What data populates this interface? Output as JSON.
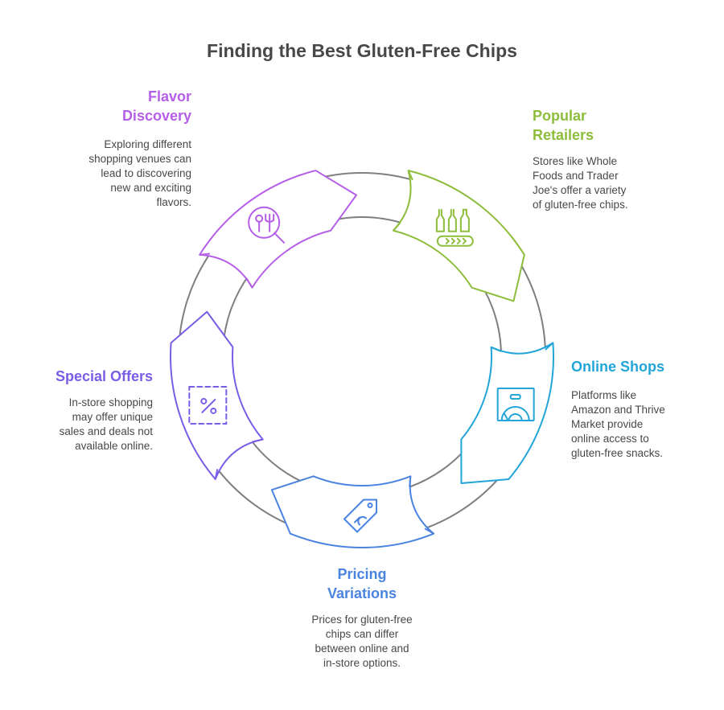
{
  "title": "Finding the Best Gluten-Free Chips",
  "colors": {
    "flavor": "#b55ee8",
    "retailers": "#8dbd3a",
    "online": "#22a5d9",
    "pricing": "#4a84e0",
    "offers": "#7a5de6",
    "ring": "#7f7f7f",
    "text": "#484848"
  },
  "steps": [
    {
      "id": "flavor",
      "title_line1": "Flavor",
      "title_line2": "Discovery",
      "desc": [
        "Exploring different",
        "shopping venues can",
        "lead to discovering",
        "new and exciting",
        "flavors."
      ],
      "icon": "restaurant-search-icon"
    },
    {
      "id": "retailers",
      "title_line1": "Popular",
      "title_line2": "Retailers",
      "desc": [
        "Stores like Whole",
        "Foods and Trader",
        "Joe's offer a variety",
        "of gluten-free chips."
      ],
      "icon": "bottles-conveyor-icon"
    },
    {
      "id": "online",
      "title_line1": "Online Shops",
      "desc": [
        "Platforms like",
        "Amazon and Thrive",
        "Market provide",
        "online access to",
        "gluten-free snacks."
      ],
      "icon": "online-shop-icon"
    },
    {
      "id": "pricing",
      "title_line1": "Pricing",
      "title_line2": "Variations",
      "desc": [
        "Prices for gluten-free",
        "chips can differ",
        "between online and",
        "in-store options."
      ],
      "icon": "price-tag-icon"
    },
    {
      "id": "offers",
      "title_line1": "Special Offers",
      "desc": [
        "In-store shopping",
        "may offer unique",
        "sales and deals not",
        "available online."
      ],
      "icon": "percent-discount-icon"
    }
  ]
}
